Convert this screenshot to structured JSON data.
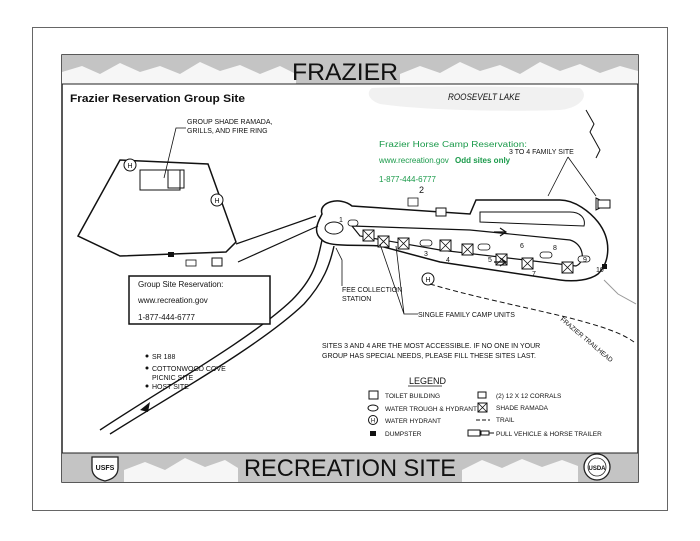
{
  "banner": {
    "top_title": "FRAZIER",
    "bottom_title": "RECREATION SITE"
  },
  "map": {
    "group_site_title": "Frazier Reservation Group Site",
    "lake_label": "ROOSEVELT LAKE",
    "ramada_label_line1": "GROUP SHADE RAMADA,",
    "ramada_label_line2": "GRILLS, AND FIRE RING",
    "horse_camp_title": "Frazier Horse Camp Reservation:",
    "horse_camp_web": "www.recreation.gov",
    "horse_camp_odd": "Odd sites only",
    "horse_camp_phone": "1-877-444-6777",
    "family_site_label": "3 TO 4 FAMILY SITE",
    "group_box_title": "Group Site Reservation:",
    "group_box_web": "www.recreation.gov",
    "group_box_phone": "1-877-444-6777",
    "fee_label_line1": "FEE COLLECTION",
    "fee_label_line2": "STATION",
    "single_units_label": "SINGLE FAMILY CAMP UNITS",
    "trailhead_label": "FRAZIER TRAILHEAD",
    "directions": [
      "SR 188",
      "COTTONWOOD COVE",
      "PICNIC SITE",
      "HOST SITE"
    ],
    "accessible_note_line1": "SITES 3 AND 4 ARE THE MOST ACCESSIBLE. IF NO ONE IN YOUR",
    "accessible_note_line2": "GROUP HAS SPECIAL NEEDS, PLEASE FILL THESE SITES LAST.",
    "site_numbers": [
      "1",
      "2",
      "3",
      "4",
      "5",
      "6",
      "7",
      "8",
      "9",
      "10"
    ],
    "hydrant_letter": "H"
  },
  "legend": {
    "title": "LEGEND",
    "items_left": [
      "TOILET BUILDING",
      "WATER TROUGH & HYDRANT",
      "WATER HYDRANT",
      "DUMPSTER"
    ],
    "items_right": [
      "(2) 12 X 12 CORRALS",
      "SHADE RAMADA",
      "TRAIL",
      "PULL VEHICLE & HORSE TRAILER"
    ]
  },
  "logos": {
    "left_seal": "USFS",
    "right_seal": "USDA"
  },
  "colors": {
    "accent_green": "#1a9a4a",
    "banner_gray": "#bdbdbd"
  }
}
